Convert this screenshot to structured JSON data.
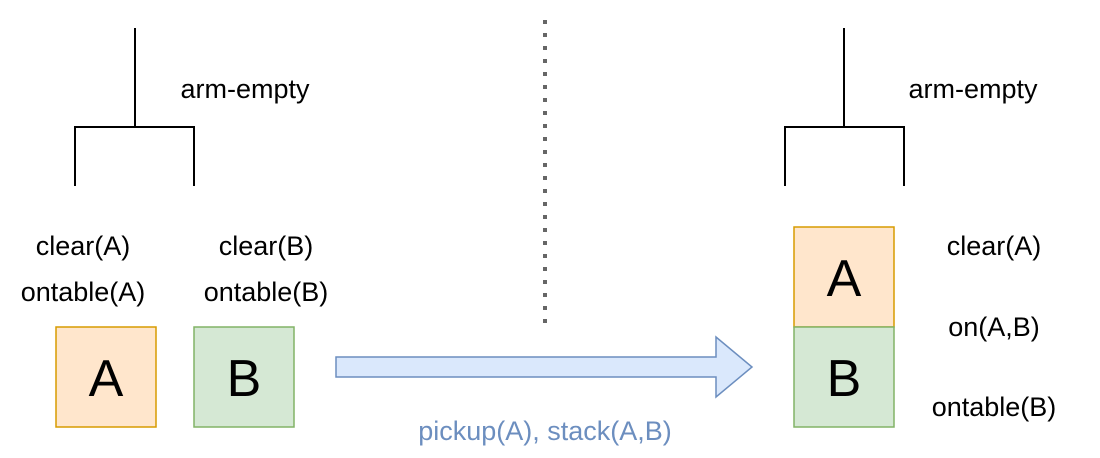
{
  "initial_state": {
    "robot_state": "arm-empty",
    "block_a": {
      "letter": "A",
      "fact1": "clear(A)",
      "fact2": "ontable(A)"
    },
    "block_b": {
      "letter": "B",
      "fact1": "clear(B)",
      "fact2": "ontable(B)"
    }
  },
  "action": {
    "label": "pickup(A), stack(A,B)"
  },
  "goal_state": {
    "robot_state": "arm-empty",
    "block_top": "A",
    "block_bottom": "B",
    "fact_top": "clear(A)",
    "fact_middle": "on(A,B)",
    "fact_bottom": "ontable(B)"
  },
  "colors": {
    "block_a_fill": "#ffe6cc",
    "block_a_stroke": "#d79b00",
    "block_b_fill": "#d5e8d4",
    "block_b_stroke": "#82b366",
    "arrow_fill": "#dae8fc",
    "arrow_stroke": "#6c8ebf",
    "action_text": "#6c8ebf",
    "line": "#000000",
    "separator": "#666666"
  }
}
